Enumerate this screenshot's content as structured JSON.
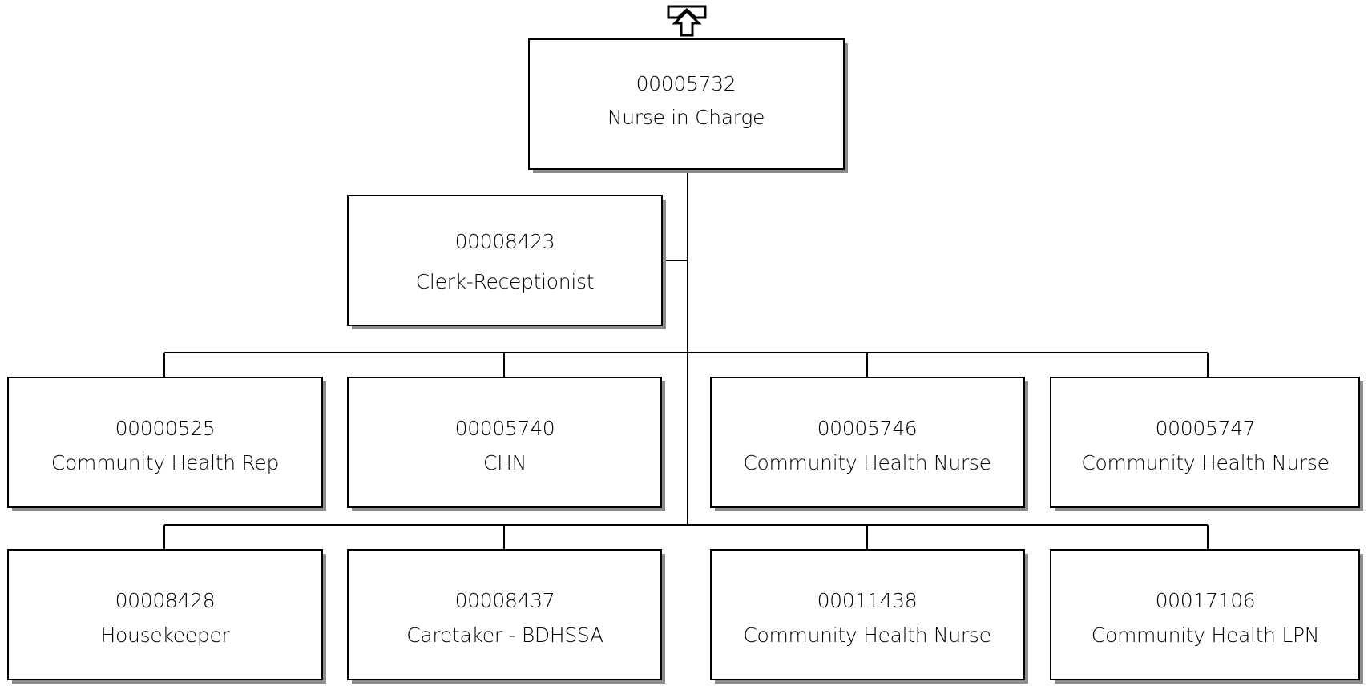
{
  "org_chart": {
    "root": {
      "position_number": "00005732",
      "title": "Nurse in Charge"
    },
    "assistant": {
      "position_number": "00008423",
      "title": "Clerk-Receptionist"
    },
    "reports_row_1": [
      {
        "position_number": "00000525",
        "title": "Community Health Rep"
      },
      {
        "position_number": "00005740",
        "title": "CHN"
      },
      {
        "position_number": "00005746",
        "title": "Community Health Nurse"
      },
      {
        "position_number": "00005747",
        "title": "Community Health Nurse"
      }
    ],
    "reports_row_2": [
      {
        "position_number": "00008428",
        "title": "Housekeeper"
      },
      {
        "position_number": "00008437",
        "title": "Caretaker - BDHSSA"
      },
      {
        "position_number": "00011438",
        "title": "Community Health Nurse"
      },
      {
        "position_number": "00017106",
        "title": "Community Health LPN"
      }
    ]
  },
  "navigation": {
    "up_icon": "up-arrow-icon"
  },
  "colors": {
    "box_fill": "#ffffff",
    "box_border": "#000000",
    "shadow": "#8c8c8c",
    "connector": "#000000"
  }
}
